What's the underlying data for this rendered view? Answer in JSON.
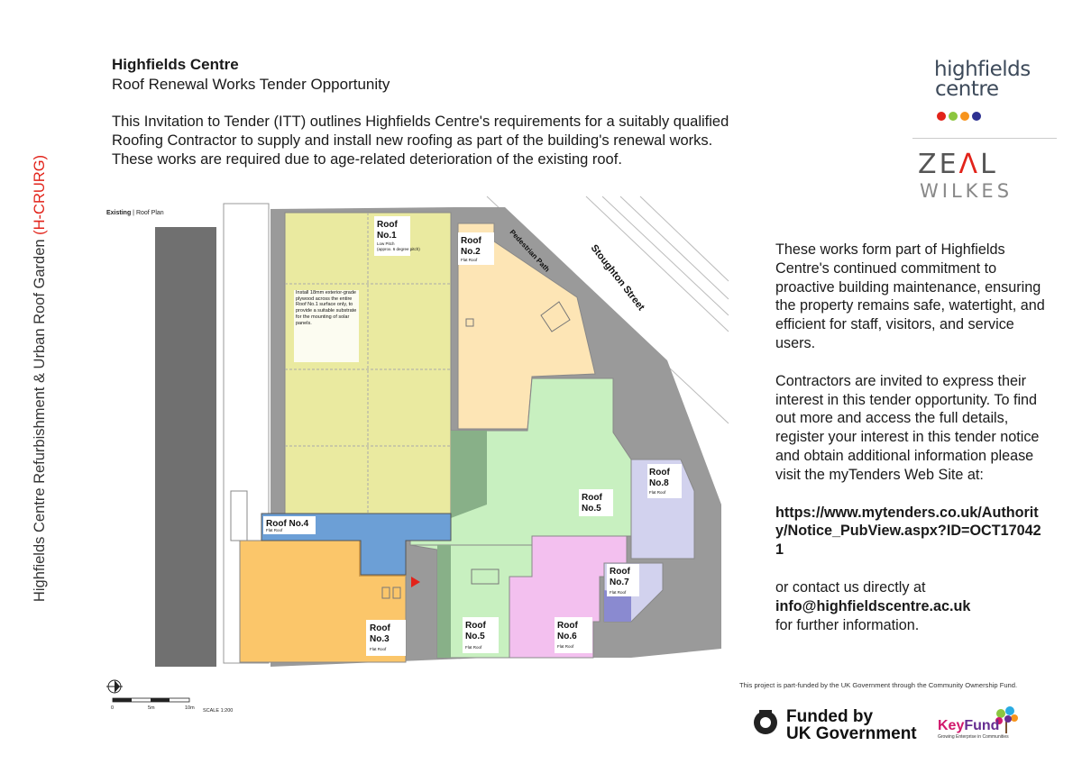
{
  "sidebar": {
    "text": "Highfields Centre Refurbishment & Urban Roof Garden ",
    "code": "(H-CRURG)"
  },
  "header": {
    "title": "Highfields Centre",
    "subtitle": "Roof Renewal Works Tender Opportunity",
    "intro": "This Invitation to Tender (ITT) outlines Highfields Centre's requirements for a suitably qualified Roofing Contractor to supply and install new roofing as part of the building's renewal works. These works are required due to age-related deterioration of the existing roof."
  },
  "logos": {
    "highfields_line1": "highfields",
    "highfields_line2": "centre",
    "dot_colors": [
      "#e2231a",
      "#8cc63f",
      "#f7941d",
      "#2e3192"
    ],
    "zeal_left": "Z",
    "zeal_mid": "E",
    "zeal_tri": "Λ",
    "zeal_right": "L",
    "wilkes": "WILKES"
  },
  "right_column": {
    "para1": "These works form part of Highfields Centre's continued commitment to proactive building maintenance, ensuring the property remains safe, watertight, and efficient for staff, visitors, and service users.",
    "para2": "Contractors are invited to express their interest in this tender opportunity. To find out more and access the full details, register your interest in this tender notice and obtain additional information please visit the myTenders Web Site at:",
    "url": "https://www.mytenders.co.uk/Authority/Notice_PubView.aspx?ID=OCT170421",
    "contact_prefix": "or contact us directly at",
    "email": "info@highfieldscentre.ac.uk",
    "contact_suffix": "for further information."
  },
  "plan": {
    "label_bold": "Existing",
    "label_rest": " | Roof Plan",
    "street": "Stoughton Street",
    "path": "Pedestrian Path",
    "note": "Install 18mm exterior-grade plywood across the entire Roof No.1 surface only, to provide a suitable substrate for the mounting of solar panels.",
    "roofs": [
      {
        "id": "roof1",
        "line1": "Roof",
        "line2": "No.1",
        "sub": "Low Pitch",
        "sub2": "(approx. 6 degree pitch)",
        "color": "#eaeaa0"
      },
      {
        "id": "roof2",
        "line1": "Roof",
        "line2": "No.2",
        "sub": "Flat Roof",
        "color": "#fde5b5"
      },
      {
        "id": "roof3",
        "line1": "Roof",
        "line2": "No.3",
        "sub": "Flat Roof",
        "color": "#fbc66a"
      },
      {
        "id": "roof4",
        "line1": "Roof No.4",
        "sub": "Flat Roof",
        "color": "#6c9fd6"
      },
      {
        "id": "roof5a",
        "line1": "Roof",
        "line2": "No.5",
        "color": "#c8f0c0"
      },
      {
        "id": "roof5b",
        "line1": "Roof",
        "line2": "No.5",
        "sub": "Flat Roof",
        "color": "#c8f0c0"
      },
      {
        "id": "roof6",
        "line1": "Roof",
        "line2": "No.6",
        "sub": "Flat Roof",
        "color": "#f3c0ef"
      },
      {
        "id": "roof7",
        "line1": "Roof",
        "line2": "No.7",
        "sub": "Flat Roof",
        "color": "#8a8ad0"
      },
      {
        "id": "roof8",
        "line1": "Roof",
        "line2": "No.8",
        "sub": "Flat Roof",
        "color": "#d2d2ee"
      }
    ],
    "scale_0": "0",
    "scale_5": "5m",
    "scale_10": "10m",
    "scale_label": "SCALE 1:200"
  },
  "footer": {
    "funding_note": "This project is part-funded by the UK Government through the Community Ownership Fund.",
    "funded_line1": "Funded by",
    "funded_line2": "UK Government",
    "keyfund_key": "Key",
    "keyfund_fund": "Fund",
    "keyfund_tag": "Growing Enterprise in Communities"
  }
}
